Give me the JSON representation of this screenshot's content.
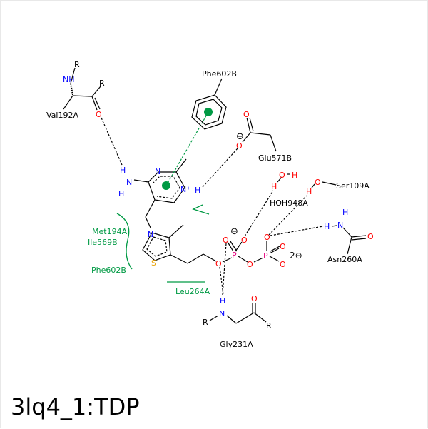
{
  "title": "3lq4_1:TDP",
  "residues": {
    "val192": "Val192A",
    "phe602_top": "Phe602B",
    "glu571": "Glu571B",
    "hoh948": "HOH948A",
    "ser109": "Ser109A",
    "asn260": "Asn260A",
    "gly231": "Gly231A",
    "met194": "Met194A",
    "ile569": "Ile569B",
    "phe602_side": "Phe602B",
    "leu264": "Leu264A"
  },
  "atoms": {
    "R": "R",
    "NH": "NH",
    "N": "N",
    "H": "H",
    "O": "O",
    "S": "S",
    "P": "P",
    "Nplus": "N⁺",
    "minus": "⊖",
    "two_minus": "2⊖"
  },
  "colors": {
    "nitrogen": "#0000ff",
    "oxygen": "#ff0000",
    "sulfur": "#e8a000",
    "phosphorus": "#e6007e",
    "hydrophobic": "#009a44"
  }
}
